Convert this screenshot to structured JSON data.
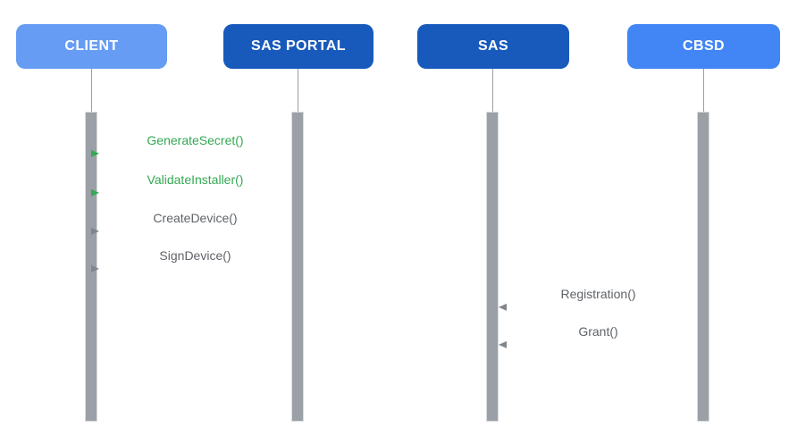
{
  "diagram": {
    "type": "sequence-diagram",
    "actors": [
      {
        "id": "client",
        "label": "CLIENT",
        "color": "#669CF3"
      },
      {
        "id": "sas-portal",
        "label": "SAS PORTAL",
        "color": "#185ABC"
      },
      {
        "id": "sas",
        "label": "SAS",
        "color": "#185ABC"
      },
      {
        "id": "cbsd",
        "label": "CBSD",
        "color": "#4285F4"
      }
    ],
    "messages": [
      {
        "label": "GenerateSecret()",
        "from": "CLIENT",
        "to": "SAS PORTAL",
        "direction": "right",
        "color": "#34A853"
      },
      {
        "label": "ValidateInstaller()",
        "from": "CLIENT",
        "to": "SAS PORTAL",
        "direction": "right",
        "color": "#34A853"
      },
      {
        "label": "CreateDevice()",
        "from": "CLIENT",
        "to": "SAS PORTAL",
        "direction": "right",
        "color": "#5F6368"
      },
      {
        "label": "SignDevice()",
        "from": "CLIENT",
        "to": "SAS PORTAL",
        "direction": "right",
        "color": "#5F6368"
      },
      {
        "label": "Registration()",
        "from": "CBSD",
        "to": "SAS",
        "direction": "left",
        "color": "#5F6368"
      },
      {
        "label": "Grant()",
        "from": "CBSD",
        "to": "SAS",
        "direction": "left",
        "color": "#5F6368"
      }
    ],
    "colors": {
      "actor_light_blue": "#669CF3",
      "actor_dark_blue": "#185ABC",
      "actor_medium_blue": "#4285F4",
      "actor_text": "#FFFFFF",
      "lifeline_gray": "#9AA0A6",
      "activation_border": "#DADCE0",
      "message_green": "#34A853",
      "message_gray_text": "#5F6368",
      "message_gray_line": "#A5AAAF",
      "background": "#FFFFFF"
    }
  }
}
